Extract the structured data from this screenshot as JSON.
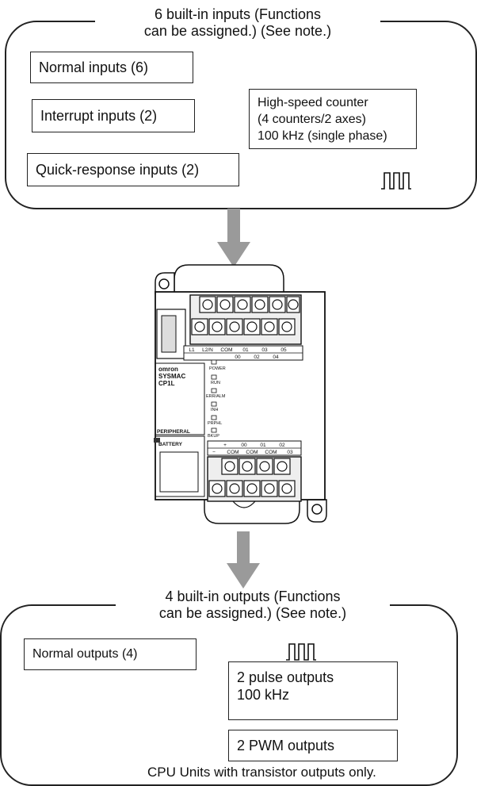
{
  "inputs": {
    "title_line1": "6 built-in inputs (Functions",
    "title_line2": "can be assigned.) (See note.)",
    "normal": "Normal inputs (6)",
    "interrupt": "Interrupt inputs (2)",
    "quick": "Quick-response inputs (2)",
    "hsc_line1": "High-speed counter",
    "hsc_line2": "(4 counters/2 axes)",
    "hsc_line3": "100 kHz (single phase)"
  },
  "outputs": {
    "title_line1": "4 built-in outputs (Functions",
    "title_line2": "can be assigned.) (See note.)",
    "normal": "Normal outputs (4)",
    "pulse_line1": "2 pulse outputs",
    "pulse_line2": "100 kHz",
    "pwm": "2 PWM outputs",
    "footnote": "CPU Units with transistor outputs only."
  },
  "device": {
    "brand": "omron",
    "model1": "SYSMAC",
    "model2": "CP1L",
    "indicators": [
      "POWER",
      "RUN",
      "ERR/ALM",
      "INH",
      "PRPHL",
      "BKUP"
    ],
    "peripheral": "PERIPHERAL",
    "battery": "BATTERY",
    "top_terminals": [
      "L1",
      "L2/N",
      "COM",
      "01",
      "03",
      "05"
    ],
    "top_terminals_row2": [
      "00",
      "02",
      "04"
    ],
    "bottom_terminals": [
      "+",
      "00",
      "01",
      "02"
    ],
    "bottom_terminals_row2": [
      "−",
      "COM",
      "COM",
      "COM",
      "03"
    ]
  }
}
